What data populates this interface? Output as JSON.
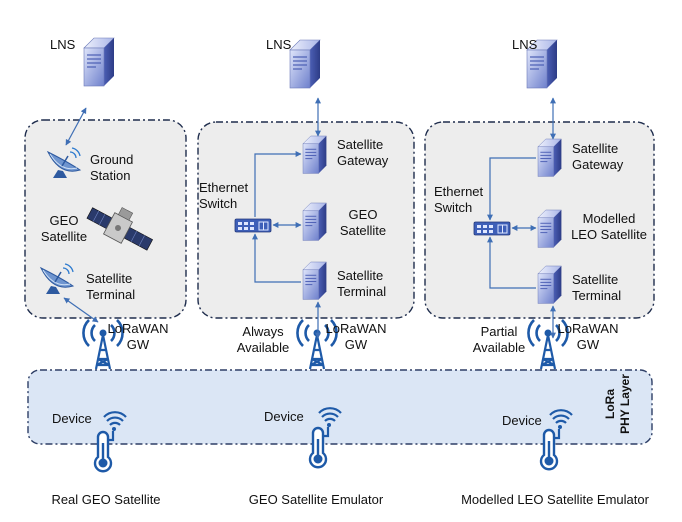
{
  "colors": {
    "panel_fill": "#ededed",
    "panel_border": "#1f2d4d",
    "lora_fill": "#dbe6f5",
    "lora_border": "#2e3f66",
    "arrow": "#3f6fb5",
    "tower": "#1e5aa8",
    "server_light": "#c7d1f2",
    "server_dark": "#5c6fc2"
  },
  "panels": [
    {
      "lns_label": "LNS",
      "node1": "Ground\nStation",
      "node2": "GEO\nSatellite",
      "node3": "Satellite\nTerminal",
      "gw_label": "LoRaWAN\nGW",
      "device_label": "Device",
      "caption": "Real GEO Satellite"
    },
    {
      "lns_label": "LNS",
      "switch_label": "Ethernet\nSwitch",
      "node1": "Satellite\nGateway",
      "node2": "GEO\nSatellite",
      "node3": "Satellite\nTerminal",
      "availability": "Always\nAvailable",
      "gw_label": "LoRaWAN\nGW",
      "device_label": "Device",
      "caption": "GEO Satellite Emulator"
    },
    {
      "lns_label": "LNS",
      "switch_label": "Ethernet\nSwitch",
      "node1": "Satellite\nGateway",
      "node2": "Modelled\nLEO Satellite",
      "node3": "Satellite\nTerminal",
      "availability": "Partial\nAvailable",
      "gw_label": "LoRaWAN\nGW",
      "device_label": "Device",
      "caption": "Modelled LEO Satellite Emulator"
    }
  ],
  "phy_layer_label": "LoRa\nPHY Layer",
  "icons": [
    "server-icon",
    "satellite-dish-icon",
    "satellite-icon",
    "ethernet-switch-icon",
    "radio-tower-icon",
    "sensor-device-icon",
    "wifi-icon"
  ]
}
